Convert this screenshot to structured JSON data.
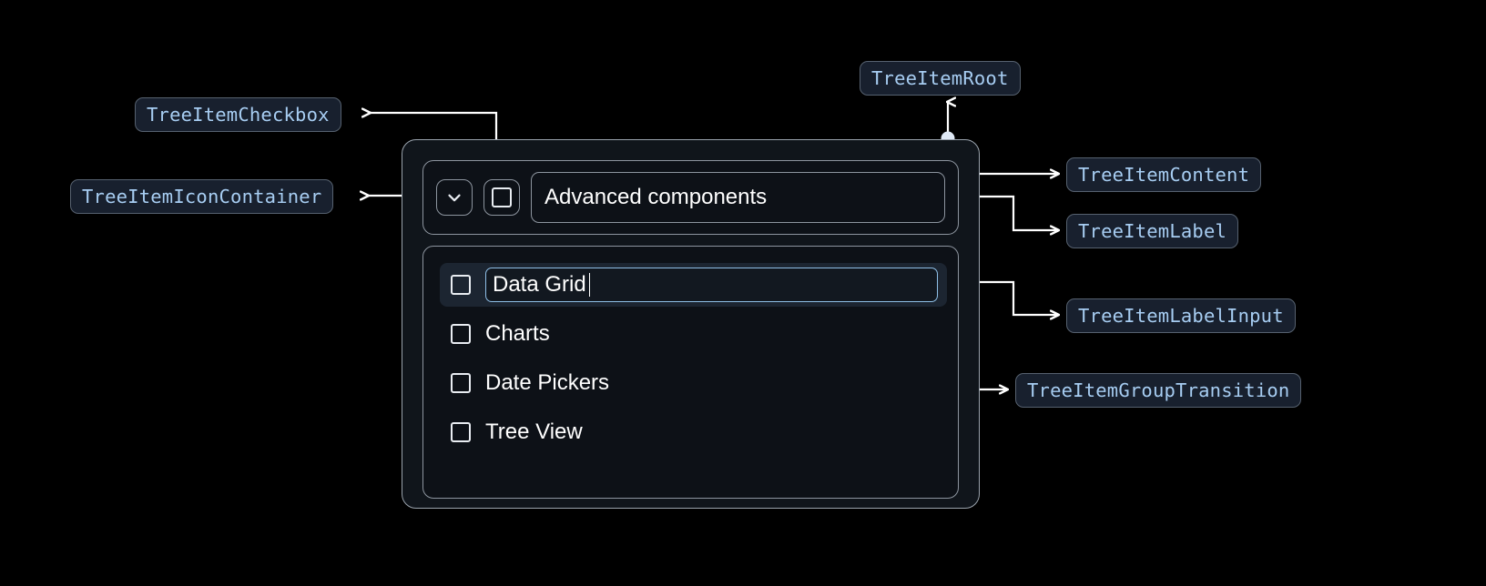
{
  "annotations": [
    {
      "name": "TreeItemCheckbox",
      "label": "TreeItemCheckbox"
    },
    {
      "name": "TreeItemIconContainer",
      "label": "TreeItemIconContainer"
    },
    {
      "name": "TreeItemRoot",
      "label": "TreeItemRoot"
    },
    {
      "name": "TreeItemContent",
      "label": "TreeItemContent"
    },
    {
      "name": "TreeItemLabel",
      "label": "TreeItemLabel"
    },
    {
      "name": "TreeItemLabelInput",
      "label": "TreeItemLabelInput"
    },
    {
      "name": "TreeItemGroupTransition",
      "label": "TreeItemGroupTransition"
    }
  ],
  "tree": {
    "root": {
      "label": "Advanced components",
      "expand_icon": "chevron-down-icon",
      "checkbox_state": "unchecked"
    },
    "children": [
      {
        "label": "Data Grid",
        "checkbox_state": "unchecked",
        "editing": true,
        "selected": true
      },
      {
        "label": "Charts",
        "checkbox_state": "unchecked",
        "editing": false,
        "selected": false
      },
      {
        "label": "Date Pickers",
        "checkbox_state": "unchecked",
        "editing": false,
        "selected": false
      },
      {
        "label": "Tree View",
        "checkbox_state": "unchecked",
        "editing": false,
        "selected": false
      }
    ]
  },
  "colors": {
    "page_background": "#000000",
    "badge_background": "#18202e",
    "badge_border": "#56616f",
    "badge_text": "#a7cdf2",
    "panel_background": "#10151b",
    "panel_border": "#9aa3ad",
    "connector": "#ffffff",
    "selected_row": "#1c2531",
    "input_focus_border": "#8fc0e8",
    "text": "#ffffff"
  }
}
